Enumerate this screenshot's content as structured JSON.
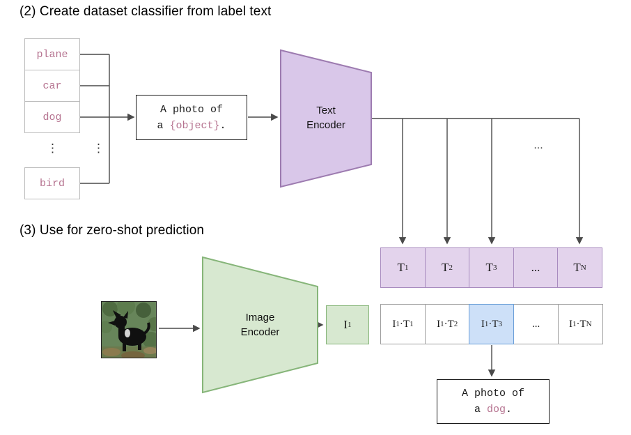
{
  "colors": {
    "purple_fill": "#d9c7e9",
    "purple_border": "#9d7bb0",
    "purple_cell_fill": "#e3d3ec",
    "purple_cell_border": "#a88bbf",
    "green_fill": "#d7e8d0",
    "green_border": "#86b579",
    "blue_cell_fill": "#cde0f8",
    "blue_cell_border": "#6b9fd8",
    "label_pink": "#b5728f",
    "arrow_gray": "#4a4a4a"
  },
  "section2": {
    "title": "(2) Create dataset classifier from label text",
    "labels": [
      "plane",
      "car",
      "dog",
      "bird"
    ],
    "vdots": "⋮",
    "prompt": {
      "l1": "A photo of",
      "l2a": "a ",
      "l2b": "{object}",
      "l2c": "."
    },
    "encoder": {
      "l1": "Text",
      "l2": "Encoder"
    },
    "hdots": "...",
    "t_cells": [
      {
        "base": "T",
        "sub": "1"
      },
      {
        "base": "T",
        "sub": "2"
      },
      {
        "base": "T",
        "sub": "3"
      },
      {
        "base": "...",
        "sub": ""
      },
      {
        "base": "T",
        "sub": "N"
      }
    ]
  },
  "section3": {
    "title": "(3) Use for zero-shot prediction",
    "encoder": {
      "l1": "Image",
      "l2": "Encoder"
    },
    "i_cell": {
      "base": "I",
      "sub": "1"
    },
    "p_cells": [
      {
        "a": "I",
        "asub": "1",
        "dot": "·",
        "b": "T",
        "bsub": "1"
      },
      {
        "a": "I",
        "asub": "1",
        "dot": "·",
        "b": "T",
        "bsub": "2"
      },
      {
        "a": "I",
        "asub": "1",
        "dot": "·",
        "b": "T",
        "bsub": "3"
      },
      {
        "a": "...",
        "asub": "",
        "dot": "",
        "b": "",
        "bsub": ""
      },
      {
        "a": "I",
        "asub": "1",
        "dot": "·",
        "b": "T",
        "bsub": "N"
      }
    ],
    "output": {
      "l1": "A photo of",
      "l2a": "a ",
      "l2b": "dog",
      "l2c": "."
    }
  }
}
